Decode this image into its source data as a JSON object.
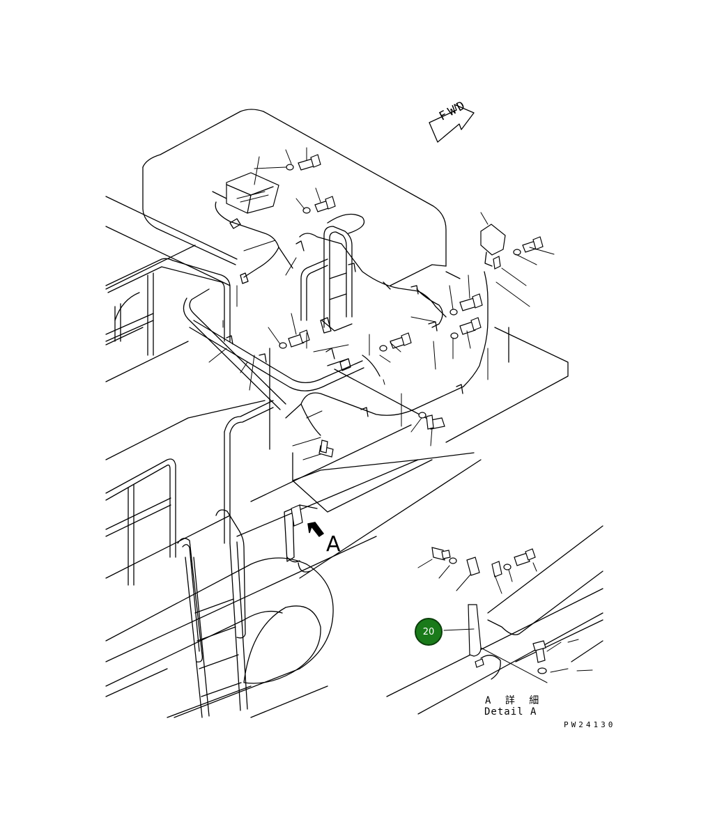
{
  "diagram": {
    "fwd_label": "FWD",
    "view_a_label": "A",
    "detail_label_jp": "A 詳 細",
    "detail_label_en": "Detail A",
    "drawing_number": "PW24130",
    "callout": {
      "number": "20",
      "color": "#1a7a1a"
    }
  },
  "icons": [
    "fwd-arrow-icon",
    "view-direction-arrow-icon"
  ]
}
